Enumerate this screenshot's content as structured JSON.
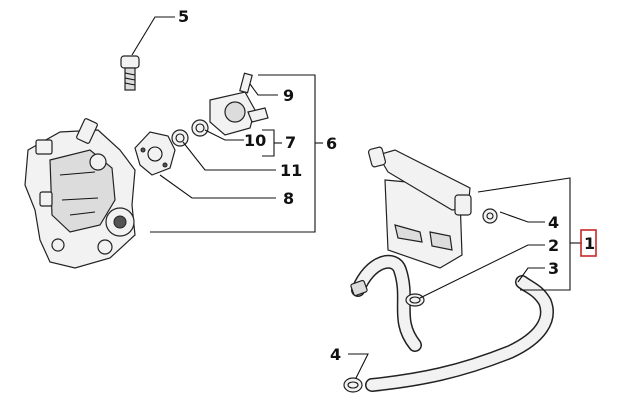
{
  "callouts": {
    "c5": "5",
    "c9": "9",
    "c10": "10",
    "c7": "7",
    "c6": "6",
    "c11": "11",
    "c8": "8",
    "c4a": "4",
    "c2": "2",
    "c1": "1",
    "c3": "3",
    "c4b": "4"
  },
  "colors": {
    "highlight": "#c62828",
    "line": "#111111"
  }
}
